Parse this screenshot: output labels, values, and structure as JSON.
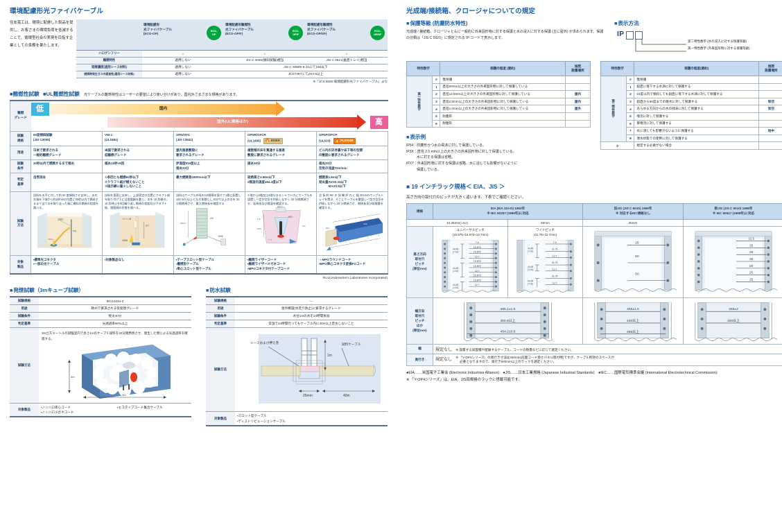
{
  "left": {
    "eco_section": {
      "title": "環境配慮形光ファイバケーブル",
      "lead": "住友電工は、環境に配慮した製品を提供し、お客さまの環境負荷を低減することで、循環型社会の実現を目指す企業としての責務を果たします。",
      "columns": [
        {
          "name": "環境配慮形\n光ファイバケーブル\n(ECO-OP)",
          "line1": "環境配慮形",
          "line2": "光ファイバケーブル",
          "line3": "(ECO-OP)",
          "badge": "ECO-\nOP"
        },
        {
          "line1": "環境配慮形難燃性",
          "line2": "光ファイバケーブル",
          "line3": "(ECO-OP/F)",
          "badge": "ECO-\nOP/F"
        },
        {
          "line1": "環境配慮形難燃性",
          "line2": "光ファイバケーブル",
          "line3": "(ECO-OP/SF)",
          "badge": "ECO-\nOP/SF"
        }
      ],
      "rows": [
        {
          "label": "ハロゲンフリー",
          "cells": [
            "○",
            "○",
            "○"
          ],
          "span": false
        },
        {
          "label": "難燃特性",
          "cells": [
            "適用しない",
            "JIS C 3005(傾斜試験)相当",
            "JIS C 3521(垂直トレイ)相当"
          ],
          "span": false
        },
        {
          "label": "発煙濃度(適用シース材料)",
          "cells": [
            "適用しない",
            "JIS C 60695-6-31にて150以下"
          ],
          "spanlast": true
        },
        {
          "label": "燃焼時発生ガスの腐食性(適用シース材料)",
          "cells": [
            "適用しない",
            "JCS7397にてpH3.5以上"
          ],
          "spanlast": true
        }
      ],
      "source": "※「JCS 5505 環境配慮形光ファイバケーブル」より"
    },
    "flam_section": {
      "title_a": "難燃性試験",
      "title_b": "UL難燃性試験",
      "lead": "光ケーブルの難燃特性はユーザーの要望により使い分けがあり、国内外さまざまな規格があります。",
      "grade_label": "難燃\nグレード",
      "chip_low": "低",
      "chip_high": "高",
      "arrow_domestic": "国内",
      "arrow_overseas": "国外(UL規格ほか)",
      "row_labels": {
        "standard": "試験\n規格",
        "usage": "用途",
        "condition": "試験\n条件",
        "criteria": "判定\n基準",
        "method": "試験\n方法",
        "products": "対象\n製品"
      },
      "columns": [
        {
          "standard": "60度傾斜試験\n(JIS C3005)",
          "badge": "",
          "usage": "日本で要求される\n一般的難燃グレード",
          "condition": "30秒以内で燃焼するまで接炎",
          "criteria": "自然消炎",
          "method": "試料を水平に対して約 60 度傾斜させ支持し、炎の先端を下端から約20mmの位置に30秒以内で燃焼するまで当て炎を取り去った後に資料の燃焼の程度を調べる。",
          "products": "・標準光コネクタ\n・一部の光ケーブル"
        },
        {
          "standard": "VW-1\n(UL1581)",
          "badge": "",
          "usage": "米国で要求される\n低難燃グレード",
          "condition": "接炎15秒×5回",
          "criteria": "①各回とも燃焼60秒以下\n②クラフト紙が燃えないこと\n③指示綿に着火しないこと",
          "method": "試料を垂直に支持し、上部固定の位置にクラフト紙を取り付け下には脱脂綿を敷く。炎を 15 秒接炎、15 秒休止を5回繰り返し燃焼の程度及びクラフト紙、脱脂綿の状態を調べる。",
          "products": "・対象製品なし"
        },
        {
          "standard": "OFN/OFC\n(JIS C3521)",
          "badge": "",
          "usage": "屋内垂直敷設に\n要求されるグレード",
          "condition": "炉温度815度以上\n接炎20分",
          "criteria": "最大燃焼長1800mm以下",
          "method": "試料はケーブル外径の1/2間隔を設けて1層に配置し 150 mm 以上となる本数とし 815℃以上の炎を 20 分間燃焼させ、最大燃焼長を確認する",
          "products": "・テープスロット型ケーブル\n・層撚形ケーブル\n・単心スロット型ケーブル"
        },
        {
          "standard": "OFNR/OFCR\n(UL1666)",
          "badge": "RISER",
          "badge_class": "badge-riser",
          "usage": "複数階の床を貫通する垂直\n敷設に要求されるグレード",
          "condition": "接炎30分",
          "criteria": "延焼高さ3.66m以下\n2階室内温度454.4度以下",
          "method": "1 階から2階又は1階分まるシャフト内にケーブルを設置し一定の空気を供給しながら 30 分間燃焼させ、延焼長及び煙温を確認する。",
          "products": "・難燃ライザーコード\n・難燃ライザーメガネコード\n・MPOコネクタ付テープコード"
        },
        {
          "standard": "OFNP/OFCP\n(UL910)",
          "badge": "PLENUM",
          "badge_class": "badge-plenum",
          "usage": "ビル内の天井裏や床下等の空間\nの敷設に要求されるグレード",
          "condition": "接炎20分\n空気の流速72m/min",
          "criteria": "燃焼長1.5m以下\n発炎量AVG0.15以下\n　　　MAX0.5以下",
          "method": "全 長 約 9m の 試 験 炉 内 に 幅 30cmのケーブルトレイを置き、そこにケーブルを敷設し一定の空気を供給しながら 20 分燃焼させ、燃焼長及び発煙量を確認する。",
          "products": "・MPOラウンドコード\n・MPO単心コネクタ変換FOコード"
        }
      ],
      "footer": "※UL(Underwriter's Laboratories Incorporated)"
    },
    "smoke_test": {
      "title": "発煙試験（3mキューブ試験）",
      "rows": [
        {
          "label": "試験規格",
          "value": "IEC61034-2"
        },
        {
          "label": "用途",
          "value": "欧州で要求される低発煙グレード"
        },
        {
          "label": "試験条件",
          "value": "接炎40分"
        },
        {
          "label": "判定基準",
          "value": "光透過率60%以上"
        }
      ],
      "method_label": "試験方法",
      "method_text": "3m立方メートルの試験室内で長さ1mのケーブル試料を40分間燃焼させ、発生した煙による光透過率を確認する。",
      "method_dim_h": "3m",
      "method_dim_w": "3m",
      "products_label": "対象製品",
      "products": [
        "・ノンハロ単心コード",
        "・ノンハロメガネコード",
        "・エコタイプコード集合ケーブル"
      ]
    },
    "water_test": {
      "title": "防水試験",
      "rows": [
        {
          "label": "試験規格",
          "value": "—"
        },
        {
          "label": "用途",
          "value": "屋外敷設(水走り防止)に要求するグレード"
        },
        {
          "label": "試験条件",
          "value": "水位1mの水を24時間負加"
        },
        {
          "label": "判定基準",
          "value": "常温で24時間行ってもケーブル内に40m以上走水しないこと"
        }
      ],
      "method_label": "試験方法",
      "fig_labels": {
        "left": "シースおよび押え巻",
        "right": "試料ケーブル",
        "h": "1m",
        "d1": "25mm",
        "d2": "40m"
      },
      "products_label": "対象製品",
      "products": [
        "・スロット型ケーブル",
        "・ディストリビューションケーブル"
      ]
    }
  },
  "right": {
    "ip_section": {
      "title": "光成端/接続箱、クロージャについての規定",
      "sub_protect": "保護等級 (防塵防水特性)",
      "protect_ruby": "じん",
      "lead": "光成端 / 接続箱、クロージャともに一般的に外来固形物に対する保護と水の浸入に対する保護 (主に屋外) が求められます。保護の分類は「JIS C 0920」に規定される IP コードで表示します。",
      "sub_notation": "表示方法",
      "ip_prefix": "IP",
      "ip_note_1": "第二特性数字 (水の浸入に対する保護等級)",
      "ip_note_2": "第一特性数字 (外来固形物に対する保護等級)",
      "table_left": {
        "headers": [
          "特性数字",
          "保護の程度 (要約)",
          "推奨\n設置場所"
        ],
        "vlabel": "第一特性数字",
        "rows": [
          {
            "num": "0",
            "desc": "無保護",
            "place": ""
          },
          {
            "num": "1",
            "desc": "直径50mm以上の大きさの外来固形物に対して保護している",
            "place": ""
          },
          {
            "num": "2",
            "desc": "直径12.5mm以上の大きさの外来固形物に対して保護している",
            "place": "屋内"
          },
          {
            "num": "3",
            "desc": "直径2.5mm以上の大きさの外来固形物に対して保護している",
            "place": "屋内"
          },
          {
            "num": "4",
            "desc": "直径1.0mm以上の大きさの外来固形物に対して保護している",
            "place": "屋外"
          },
          {
            "num": "5",
            "desc": "防塵形",
            "place": ""
          },
          {
            "num": "6",
            "desc": "耐塵形",
            "place": ""
          }
        ]
      },
      "table_right": {
        "headers": [
          "特性数字",
          "保護の程度(要約)",
          "推奨\n設置場所"
        ],
        "vlabel": "第二特性数字",
        "rows": [
          {
            "num": "0",
            "desc": "無保護",
            "place": ""
          },
          {
            "num": "1",
            "desc": "鉛直に落下する水滴に対して保護する",
            "place": ""
          },
          {
            "num": "2",
            "desc": "15度以内で傾斜しても鉛直に落下する水滴に対して保護する",
            "place": ""
          },
          {
            "num": "3",
            "desc": "鉛直から60度までの散水に対して保護する",
            "place": "架空"
          },
          {
            "num": "4",
            "desc": "あらゆる方向からの水の飛沫に対して保護する",
            "place": "架空"
          },
          {
            "num": "5",
            "desc": "噴流に対して保護する",
            "place": ""
          },
          {
            "num": "6",
            "desc": "暴噴流に対して保護する",
            "place": ""
          },
          {
            "num": "7",
            "desc": "水に浸しても影響がないように保護する",
            "place": "地中"
          },
          {
            "num": "8",
            "desc": "潜水状態での使用に対して保護する",
            "place": ""
          },
          {
            "num": "X",
            "desc": "規定する必要がない場合",
            "place": ""
          }
        ]
      },
      "examples_title": "表示例",
      "examples": [
        "IP54：防塵形かつ水の飛沫に対して保護している。",
        "IP3X：直径 2.5 mm以上の大きさの外来固形物に対して保護している。",
        "　　　水に対する保護は省略。",
        "IPX7：外来固形物に対する保護は省略、水に浸しても影響がないように",
        "　　　保護している。"
      ]
    },
    "rack_section": {
      "title": "■ 19 インチラック規格＜ EIA、JIS ＞",
      "lead": "高さ方向の取付穴のピッチが大きく違います。下表でご確認ください。",
      "col0_header": "規格",
      "columns": [
        {
          "header": "EIA (EIA 310-D) 1992年\n※ IEC 60297 (1986年)に対応",
          "unit": "44.45mm(=1U)",
          "span": 2
        },
        {
          "header": "旧JIS (JIS C 6010) 1969年\n※ 対応するIEC規格なし",
          "unit": "50mm",
          "span": 1
        },
        {
          "header": "新JIS (JIS C 6010) 1998年\n※ IEC 60917 (1998年)に対応",
          "unit": "25mm",
          "span": 1
        }
      ],
      "row_height_label": "高さ方向\n取付穴\nピッチ\n(単位mm)",
      "row_width_label": "幅方向\n取付穴\nピッチ\nほか\n(単位mm)",
      "pitch_names": [
        "ユニバーサルピッチ\n(15.875+15.875+12.7mm)",
        "ワイドピッチ\n(31.75+12.7mm)"
      ],
      "height_figs": [
        {
          "group_label": "44.45\n(=1U)",
          "values": [
            "7.9",
            "15.875",
            "15.875",
            "12.7",
            "15.875",
            "15.875",
            "12.7",
            "15.875",
            "15.875",
            "12.7"
          ]
        },
        {
          "group_label": "44.45\n(=1U)",
          "values": [
            "7.9",
            "31.75",
            "12.7",
            "31.75",
            "12.7",
            "31.75",
            "12.7"
          ]
        },
        {
          "values": [
            "25",
            "50",
            "50"
          ]
        },
        {
          "values": [
            "12.5",
            "25",
            "25",
            "25",
            "25",
            "25",
            "25"
          ]
        }
      ],
      "width_figs": [
        {
          "values": [
            "465.1±1.6",
            "450.8以上",
            "484.2±0.8"
          ]
        },
        {
          "values": [
            "465±1.5",
            "440以上",
            "485以上"
          ]
        },
        {
          "values": [
            "465±2",
            "450以上"
          ]
        }
      ],
      "bottom_rows": [
        {
          "label": "幅",
          "value": "規定なし",
          "note": "※ 設置する床面積や配線するケーブル、コードの数量などに応じて選定ください。"
        },
        {
          "label": "奥行き",
          "value": "規定なし",
          "note": "※ 「Y-OP4シリーズ」の奥行き寸法は450mm(前面コード受けパネル取付時)ですが、ケーブル把持のスペースが\n　 必要となりますので、奥行き600mm以上のラックを選定ください。"
        }
      ],
      "legend": [
        "●EIA……米国電子工業会 (Electronic Industries Alliance)　●JIS……日本工業規格 (Japanese Industrial Standards)　●IEC……国際電気標準会議 (International Electrotechnical Commission)",
        "※ 「Y-OP4シリーズ」は、EIA、JIS両規格のラックに搭載可能です。"
      ]
    }
  },
  "colors": {
    "accent_blue": "#1a5fa8",
    "header_blue": "#c5d9ef",
    "light_blue": "#eef2f7",
    "eco_green": "#00a63c",
    "chip_low": "#3fb6e0",
    "chip_high": "#ea5f9a",
    "riser": "#d9c18a",
    "plenum": "#f07d1a"
  }
}
